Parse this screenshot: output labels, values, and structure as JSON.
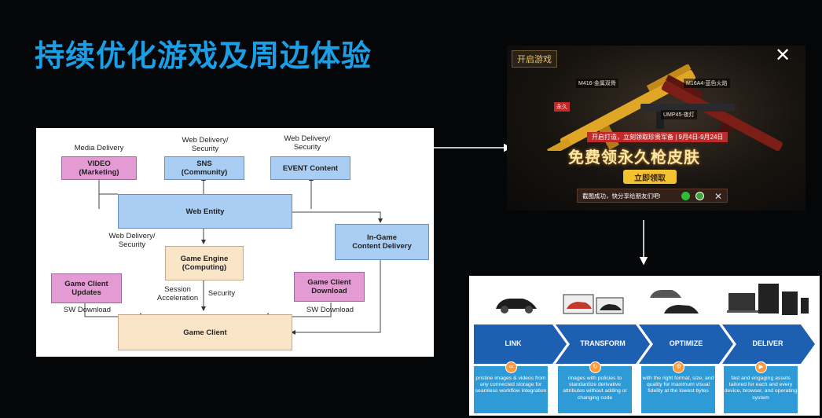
{
  "slide": {
    "title": "持续优化游戏及周边体验"
  },
  "diagram": {
    "labels": {
      "media_delivery": "Media Delivery",
      "web_delivery_security_1": "Web Delivery/\nSecurity",
      "web_delivery_security_2": "Web Delivery/\nSecurity",
      "web_delivery_security_3": "Web Delivery/\nSecurity",
      "session_acceleration": "Session\nAcceleration",
      "security": "Security",
      "sw_download_left": "SW Download",
      "sw_download_right": "SW Download"
    },
    "boxes": {
      "video": "VIDEO\n(Marketing)",
      "sns": "SNS\n(Community)",
      "event": "EVENT Content",
      "web_entity": "Web Entity",
      "in_game": "In-Game\nContent Delivery",
      "game_engine": "Game Engine\n(Computing)",
      "gc_updates": "Game Client\nUpdates",
      "gc_download": "Game Client\nDownload",
      "game_client": "Game Client"
    }
  },
  "ad": {
    "tag": "开启游戏",
    "gun_labels": [
      "M416-金属双骨",
      "M16A4-蓝色火焰",
      "UMP45-夜灯"
    ],
    "badge": "永久",
    "date_line": "开启打造，立刻领取珍贵军备 | 9月4日-9月24日",
    "headline": "免费领永久枪皮肤",
    "button": "立即领取",
    "share_text": "截图成功，快分享给朋友们吧!",
    "close_symbol": "✕"
  },
  "workflow": {
    "steps": [
      "LINK",
      "TRANSFORM",
      "OPTIMIZE",
      "DELIVER"
    ],
    "descriptions": [
      "pristine images & videos from any connected storage for seamless workflow integration",
      "images with policies to standardize derivative attributes without adding or changing code",
      "with the right format, size, and quality for maximum visual fidelity at the lowest bytes",
      "fast and engaging assets tailored for each and every device, browser, and operating system"
    ],
    "colors": {
      "step": "#1d5fb0",
      "card": "#2e9ad6",
      "icon": "#ff9a3c"
    }
  }
}
